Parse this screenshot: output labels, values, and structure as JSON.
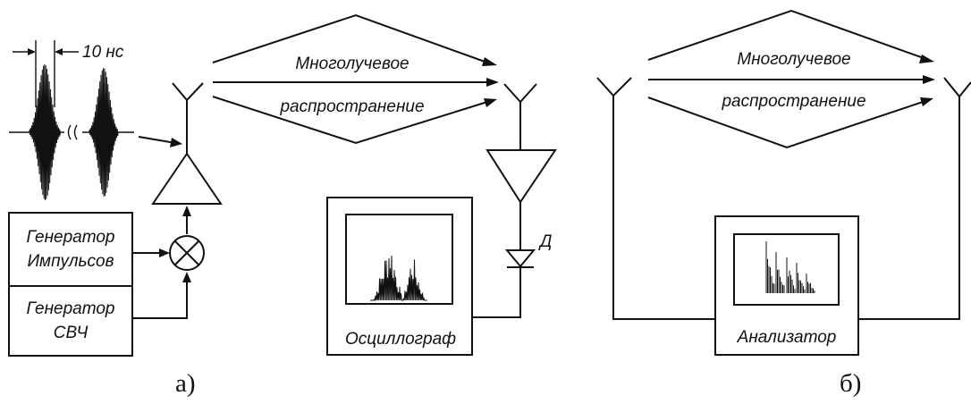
{
  "part_a": {
    "pulse_label": "10 нс",
    "propagation_top": "Многолучевое",
    "propagation_bottom": "распространение",
    "pulse_generator_line1": "Генератор",
    "pulse_generator_line2": "Импульсов",
    "microwave_generator_line1": "Генератор",
    "microwave_generator_line2": "СВЧ",
    "detector_label": "Д",
    "oscilloscope_label": "Осциллограф",
    "caption": "а)"
  },
  "part_b": {
    "propagation_top": "Многолучевое",
    "propagation_bottom": "распространение",
    "analyzer_label": "Анализатор",
    "caption": "б)"
  },
  "colors": {
    "ink": "#111111",
    "background": "#ffffff"
  }
}
